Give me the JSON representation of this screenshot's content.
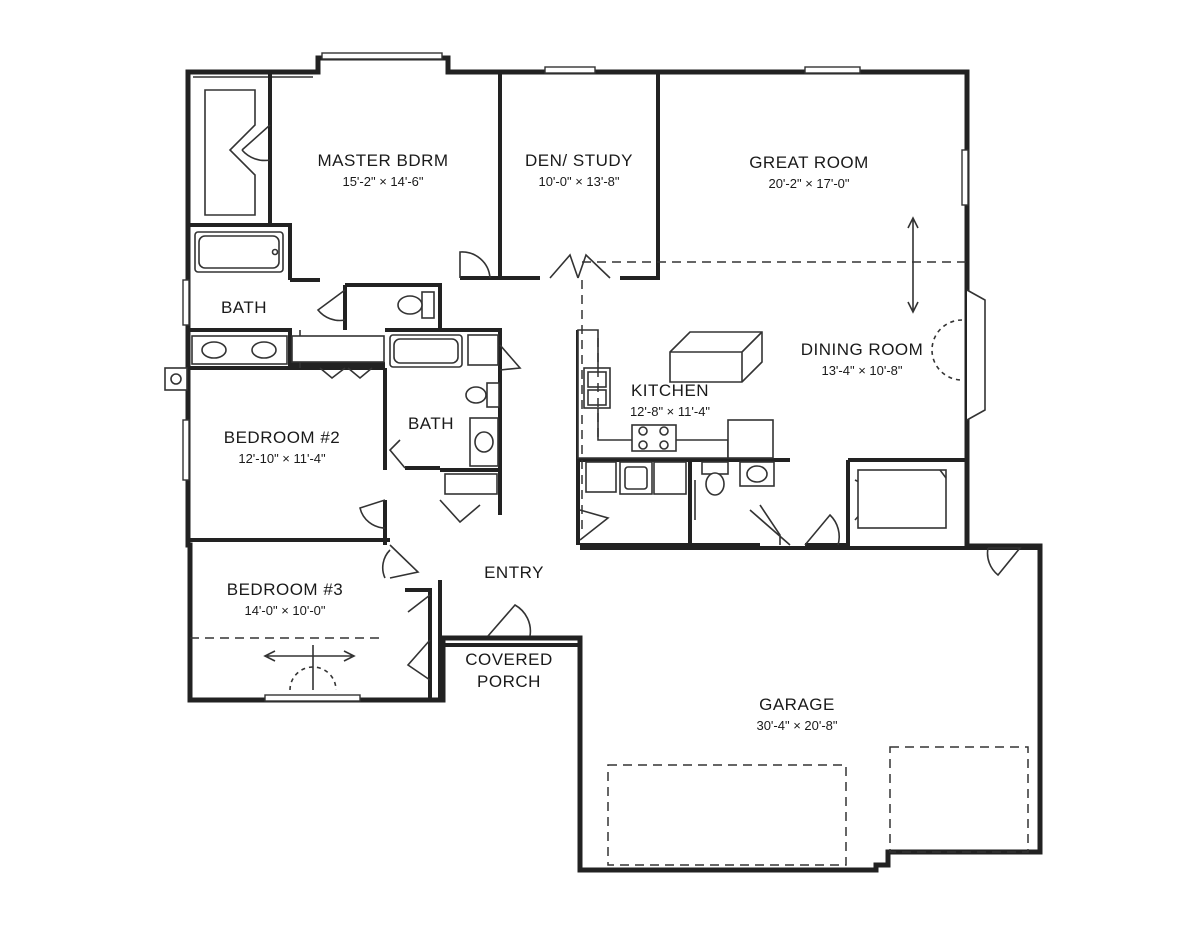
{
  "rooms": {
    "master": {
      "name": "MASTER BDRM",
      "dims": "15'-2\" × 14'-6\""
    },
    "den": {
      "name": "DEN/ STUDY",
      "dims": "10'-0\" × 13'-8\""
    },
    "great": {
      "name": "GREAT ROOM",
      "dims": "20'-2\" × 17'-0\""
    },
    "bath1": {
      "name": "BATH"
    },
    "dining": {
      "name": "DINING ROOM",
      "dims": "13'-4\" × 10'-8\""
    },
    "kitchen": {
      "name": "KITCHEN",
      "dims": "12'-8\" × 11'-4\""
    },
    "bedroom2": {
      "name": "BEDROOM #2",
      "dims": "12'-10\" × 11'-4\""
    },
    "bath2": {
      "name": "BATH"
    },
    "entry": {
      "name": "ENTRY"
    },
    "bedroom3": {
      "name": "BEDROOM #3",
      "dims": "14'-0\" × 10'-0\""
    },
    "porch": {
      "name_line1": "COVERED",
      "name_line2": "PORCH"
    },
    "garage": {
      "name": "GARAGE",
      "dims": "30'-4\" × 20'-8\""
    }
  }
}
